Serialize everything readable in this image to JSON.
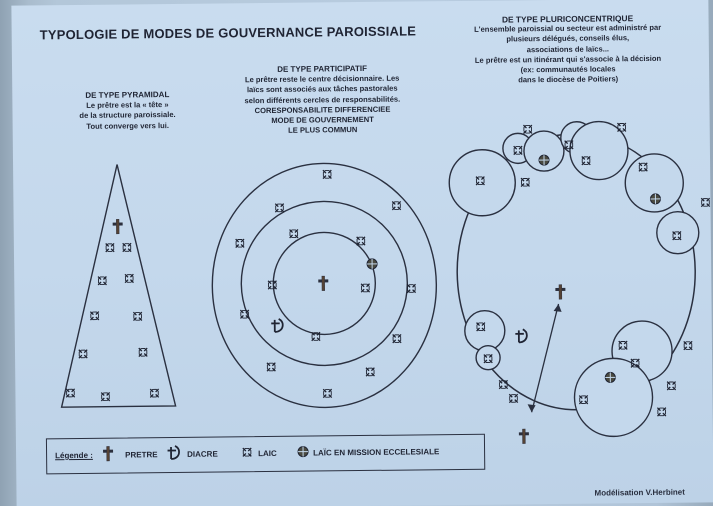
{
  "title": "TYPOLOGIE DE MODES DE GOUVERNANCE PAROISSIALE",
  "pyramidal": {
    "lines": [
      "DE TYPE PYRAMIDAL",
      "Le prêtre est la « tête »",
      "de la structure paroissiale.",
      "Tout converge vers lui."
    ]
  },
  "participatif": {
    "lines": [
      "DE TYPE PARTICIPATIF",
      "Le prêtre reste le centre décisionnaire. Les",
      "laïcs sont associés aux tâches pastorales",
      "selon différents cercles de responsabilités.",
      "CORESPONSABILITE DIFFERENCIEE",
      "MODE DE GOUVERNEMENT",
      "LE PLUS COMMUN"
    ]
  },
  "pluriconcentrique": {
    "lines": [
      "DE TYPE PLURICONCENTRIQUE",
      "L'ensemble paroissial ou secteur est administré par",
      "plusieurs délégués, conseils élus,",
      "associations de laïcs...",
      "Le prêtre est un itinérant qui s'associe à la décision",
      "(ex: communautés locales",
      "dans le diocèse de Poitiers)"
    ]
  },
  "legend": {
    "heading": "Légende :",
    "items": [
      {
        "symbol": "pretre-icon",
        "label": "PRETRE"
      },
      {
        "symbol": "diacre-icon",
        "label": "DIACRE"
      },
      {
        "symbol": "laic-icon",
        "label": "LAIC"
      },
      {
        "symbol": "laic-mission-icon",
        "label": "LAÏC EN MISSION ECCELESIALE"
      }
    ]
  },
  "footer": "Modélisation V.Herbinet",
  "colors": {
    "ink": "#1f2433",
    "paper": "#c4d8ec",
    "background": "#b8cce0"
  }
}
